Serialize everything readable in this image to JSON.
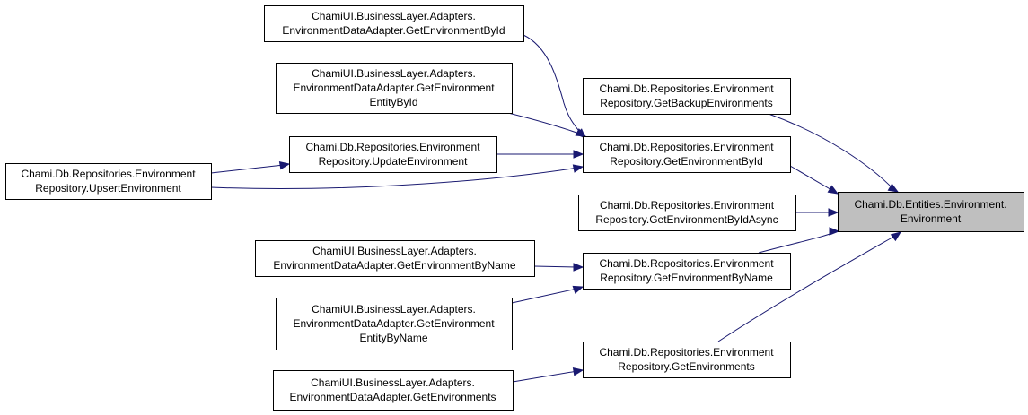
{
  "colors": {
    "edge": "#191970",
    "focus_fill": "#bfbfbf",
    "node_fill": "#ffffff",
    "node_stroke": "#000000"
  },
  "nodes": {
    "target": {
      "lines": [
        "Chami.Db.Entities.Environment.",
        "Environment"
      ]
    },
    "get_backup_environments": {
      "lines": [
        "Chami.Db.Repositories.Environment",
        "Repository.GetBackupEnvironments"
      ]
    },
    "get_environment_by_id": {
      "lines": [
        "Chami.Db.Repositories.Environment",
        "Repository.GetEnvironmentById"
      ]
    },
    "get_environment_by_id_async": {
      "lines": [
        "Chami.Db.Repositories.Environment",
        "Repository.GetEnvironmentByIdAsync"
      ]
    },
    "get_environment_by_name": {
      "lines": [
        "Chami.Db.Repositories.Environment",
        "Repository.GetEnvironmentByName"
      ]
    },
    "get_environments": {
      "lines": [
        "Chami.Db.Repositories.Environment",
        "Repository.GetEnvironments"
      ]
    },
    "adapter_get_environment_by_id": {
      "lines": [
        "ChamiUI.BusinessLayer.Adapters.",
        "EnvironmentDataAdapter.GetEnvironmentById"
      ]
    },
    "adapter_get_environment_entity_by_id": {
      "lines": [
        "ChamiUI.BusinessLayer.Adapters.",
        "EnvironmentDataAdapter.GetEnvironment",
        "EntityById"
      ]
    },
    "update_environment": {
      "lines": [
        "Chami.Db.Repositories.Environment",
        "Repository.UpdateEnvironment"
      ]
    },
    "upsert_environment": {
      "lines": [
        "Chami.Db.Repositories.Environment",
        "Repository.UpsertEnvironment"
      ]
    },
    "adapter_get_environment_by_name": {
      "lines": [
        "ChamiUI.BusinessLayer.Adapters.",
        "EnvironmentDataAdapter.GetEnvironmentByName"
      ]
    },
    "adapter_get_environment_entity_by_name": {
      "lines": [
        "ChamiUI.BusinessLayer.Adapters.",
        "EnvironmentDataAdapter.GetEnvironment",
        "EntityByName"
      ]
    },
    "adapter_get_environments": {
      "lines": [
        "ChamiUI.BusinessLayer.Adapters.",
        "EnvironmentDataAdapter.GetEnvironments"
      ]
    }
  },
  "edges": [
    {
      "from": "adapter_get_environment_by_id",
      "to": "get_environment_by_id"
    },
    {
      "from": "adapter_get_environment_entity_by_id",
      "to": "get_environment_by_id"
    },
    {
      "from": "update_environment",
      "to": "get_environment_by_id"
    },
    {
      "from": "upsert_environment",
      "to": "get_environment_by_id"
    },
    {
      "from": "upsert_environment",
      "to": "update_environment"
    },
    {
      "from": "get_backup_environments",
      "to": "target"
    },
    {
      "from": "get_environment_by_id",
      "to": "target"
    },
    {
      "from": "get_environment_by_id_async",
      "to": "target"
    },
    {
      "from": "get_environment_by_name",
      "to": "target"
    },
    {
      "from": "get_environments",
      "to": "target"
    },
    {
      "from": "adapter_get_environment_by_name",
      "to": "get_environment_by_name"
    },
    {
      "from": "adapter_get_environment_entity_by_name",
      "to": "get_environment_by_name"
    },
    {
      "from": "adapter_get_environments",
      "to": "get_environments"
    }
  ]
}
